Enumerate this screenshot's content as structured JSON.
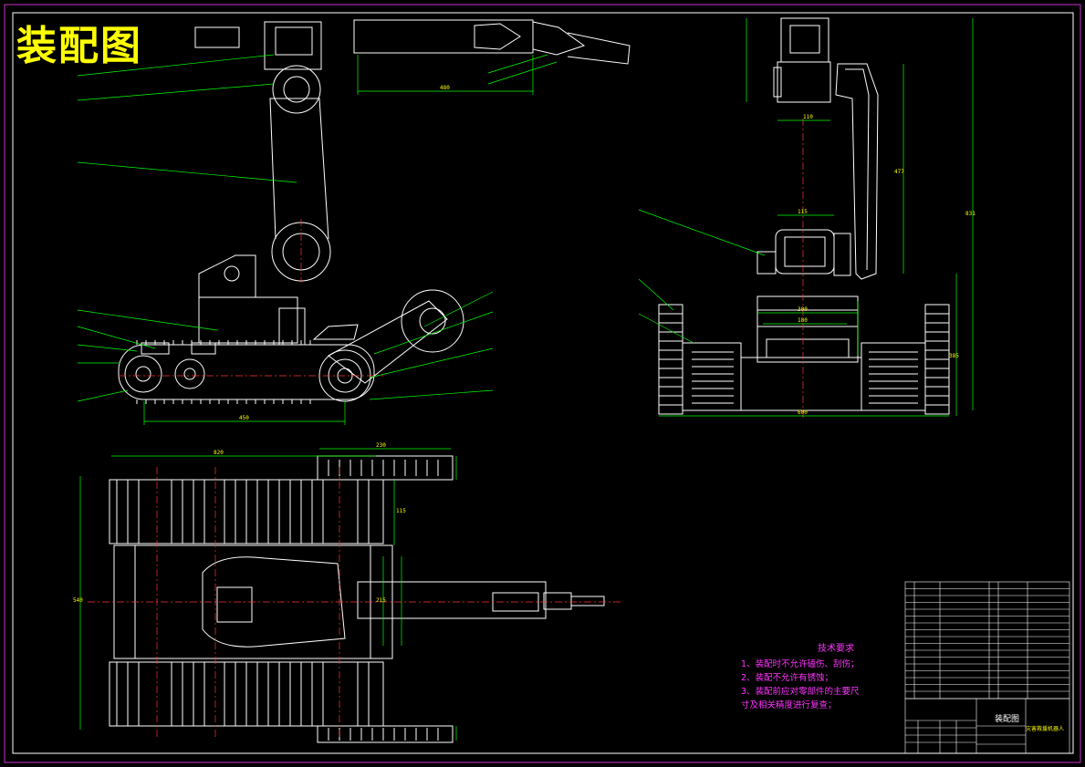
{
  "title": "装配图",
  "tech_requirements": {
    "heading": "技术要求",
    "items": [
      "1、装配时不允许磕伤、刮伤；",
      "2、装配不允许有锈蚀；",
      "3、装配前应对零部件的主要尺",
      "寸及相关精度进行复查；"
    ]
  },
  "title_block": {
    "name": "装配图",
    "subtitle": "灾害救援机器人"
  },
  "dimensions": {
    "side_arm_length": "480",
    "side_base_length": "450",
    "front_width": "600",
    "front_inner_1": "300",
    "front_inner_2": "180",
    "front_top": "110",
    "front_mid": "115",
    "front_height_1": "477",
    "front_height_2": "831",
    "front_height_3": "385",
    "top_length": "820",
    "top_small": "230",
    "top_width": "540",
    "top_mid": "215",
    "top_side": "115"
  },
  "colors": {
    "background": "#000000",
    "outline": "#ffffff",
    "dimension": "#00ff00",
    "centerline": "#ff3333",
    "text": "#ffff00",
    "notes": "#ff33ff",
    "border": "#ff33ff"
  }
}
